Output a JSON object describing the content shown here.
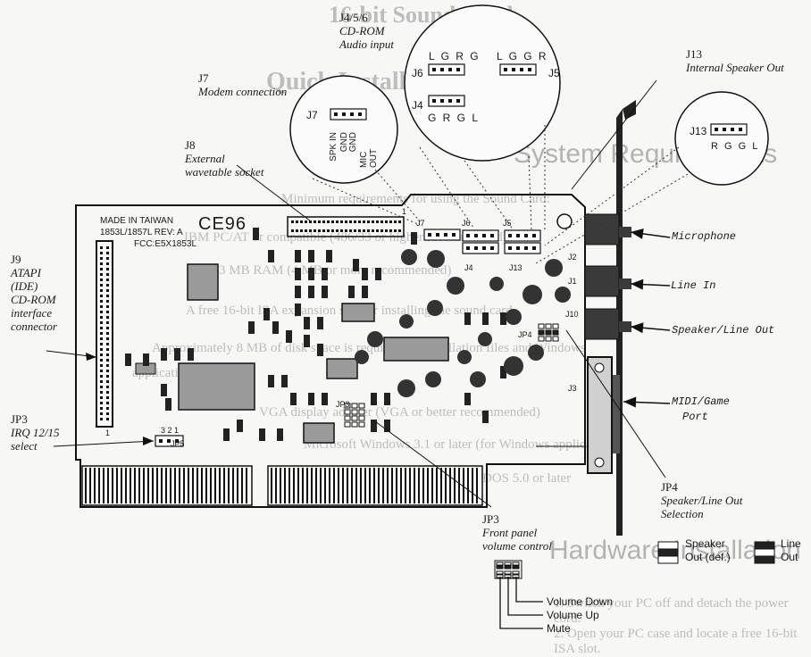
{
  "background": {
    "title": "16-bit Sound Card",
    "subtitle": "Quick Installation Guide",
    "section1": "System Requirements",
    "intro": "Minimum requirements for using the Sound Card:",
    "bullets": [
      "IBM PC/AT or compatible (486/33 or higher recommended)",
      "3 MB RAM (4 MB or more recommended)",
      "A free 16-bit ISA expansion slot for installing the sound card",
      "Approximately 8 MB of disk space is required for installation files and Windows",
      "application",
      "VGA display adapter (VGA or better recommended)",
      "Microsoft Windows 3.1 or later (for Windows applications)",
      "DOS 5.0 or later"
    ],
    "section2": "Hardware Installation",
    "steps": [
      "1.  Switch your PC off and detach the power cord.",
      "2.  Open your PC case and locate a free 16-bit ISA slot."
    ]
  },
  "board": {
    "made_in": "MADE IN TAIWAN",
    "model": "1853L/1857L REV: A",
    "fcc": "FCC:E5X1853L",
    "name": "CE96",
    "silk": {
      "j7": "J7",
      "j6": "J6",
      "j5": "J5",
      "j4": "J4",
      "j13": "J13",
      "j2": "J2",
      "j1": "J1",
      "j10": "J10",
      "j3": "J3",
      "jp4": "JP4",
      "jp3": "JP3",
      "jp5": "JP5",
      "pin1_a": "1",
      "pin1_b": "1",
      "pin_labels": "3  2  1"
    }
  },
  "callouts": {
    "j456": {
      "id": "J4/5/6",
      "line1": "CD-ROM",
      "line2": "Audio input"
    },
    "j7": {
      "id": "J7",
      "desc": "Modem connection"
    },
    "j8": {
      "id": "J8",
      "line1": "External",
      "line2": "wavetable socket"
    },
    "j13": {
      "id": "J13",
      "desc": "Internal Speaker Out"
    },
    "j9": {
      "id": "J9",
      "lines": [
        "ATAPI",
        "(IDE)",
        "CD-ROM",
        "interface",
        "connector"
      ]
    },
    "jp3_irq": {
      "id": "JP3",
      "line1": "IRQ 12/15",
      "line2": "select"
    },
    "jp4": {
      "id": "JP4",
      "line1": "Speaker/Line Out",
      "line2": "Selection"
    },
    "jp3_front": {
      "id": "JP3",
      "line1": "Front panel",
      "line2": "volume control"
    }
  },
  "zoom": {
    "j6": {
      "id": "J6",
      "pins": "L G R G"
    },
    "j5": {
      "id": "J5",
      "pins": "L G G R"
    },
    "j4": {
      "id": "J4",
      "pins": "G R G L"
    },
    "j7": {
      "id": "J7",
      "pins": [
        "MIC OUT",
        "GND",
        "GND",
        "SPK IN"
      ]
    },
    "j13": {
      "id": "J13",
      "pins": "R G G L"
    }
  },
  "ports": {
    "microphone": "Microphone",
    "line_in": "Line In",
    "speaker_line_out": "Speaker/Line Out",
    "midi1": "MIDI/Game",
    "midi2": "Port"
  },
  "jp4_legend": {
    "speaker1": "Speaker",
    "speaker2": "Out (def.)",
    "line1": "Line",
    "line2": "Out"
  },
  "volume": {
    "down": "Volume Down",
    "up": "Volume Up",
    "mute": "Mute"
  }
}
